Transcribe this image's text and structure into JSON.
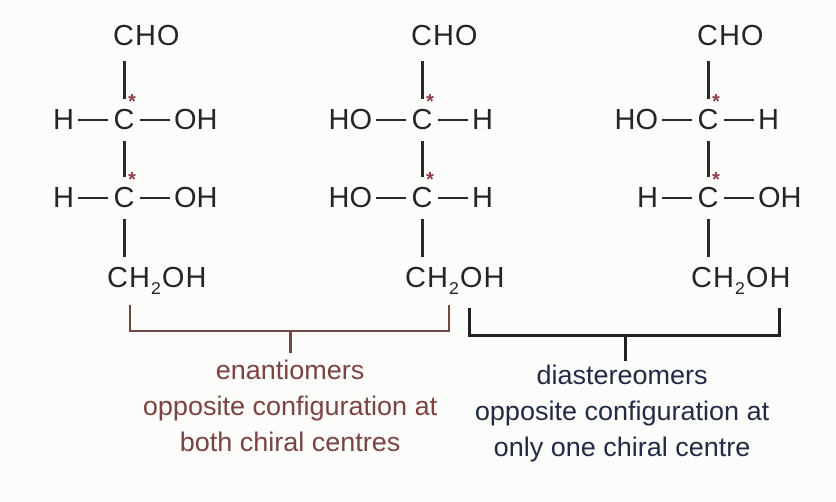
{
  "diagram_title": "stereoisomer comparison of aldotetrose Fischer projections",
  "colors": {
    "background": "#fcfcfb",
    "structure_ink": "#252525",
    "chiral_asterisk": "#8e3e48",
    "enantiomers_label": "#7c4343",
    "enantiomers_bracket": "#6f4a42",
    "diastereomers_label": "#232b44",
    "diastereomers_bracket": "#202020"
  },
  "labels": {
    "carbon": "C",
    "chiral_marker": "*"
  },
  "structures": [
    {
      "top_group": "CHO",
      "row1": {
        "left": "H",
        "right": "OH"
      },
      "row2": {
        "left": "H",
        "right": "OH"
      },
      "bottom": {
        "pre": "CH",
        "sub": "2",
        "post": "OH"
      }
    },
    {
      "top_group": "CHO",
      "row1": {
        "left": "HO",
        "right": "H"
      },
      "row2": {
        "left": "HO",
        "right": "H"
      },
      "bottom": {
        "pre": "CH",
        "sub": "2",
        "post": "OH"
      }
    },
    {
      "top_group": "CHO",
      "row1": {
        "left": "HO",
        "right": "H"
      },
      "row2": {
        "left": "H",
        "right": "OH"
      },
      "bottom": {
        "pre": "CH",
        "sub": "2",
        "post": "OH"
      }
    }
  ],
  "annotations": {
    "enantiomers": {
      "title": "enantiomers",
      "line2": "opposite configuration at",
      "line3": "both chiral centres"
    },
    "diastereomers": {
      "title": "diastereomers",
      "line2": "opposite configuration at",
      "line3": "only one chiral centre"
    }
  }
}
